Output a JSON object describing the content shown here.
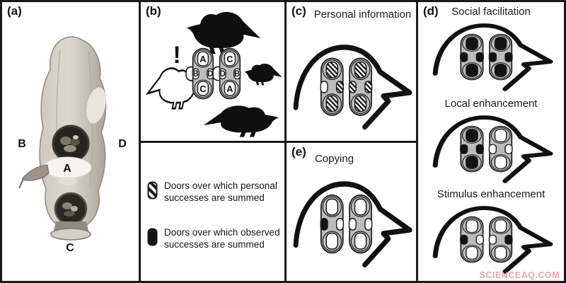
{
  "colors": {
    "white": "#ffffff",
    "black": "#131313",
    "capsule_gray": "#bcbcbc",
    "outline": "#1a1a1a",
    "watermark": "#e8918f"
  },
  "panels": {
    "a": {
      "label": "(a)",
      "door_labels": {
        "front": "A",
        "left": "B",
        "bottom": "C",
        "right": "D"
      }
    },
    "b": {
      "label": "(b)",
      "alarm_mark": "!",
      "left_capsule_doors": [
        "A",
        "B",
        "D",
        "C"
      ],
      "right_capsule_doors": [
        "C",
        "D",
        "B",
        "A"
      ]
    },
    "c": {
      "label": "(c)",
      "title": "Personal information"
    },
    "d": {
      "label": "(d)",
      "sections": [
        {
          "title": "Social facilitation"
        },
        {
          "title": "Local enhancement"
        },
        {
          "title": "Stimulus enhancement"
        }
      ]
    },
    "e": {
      "label": "(e)",
      "title": "Copying"
    }
  },
  "legend": {
    "items": [
      {
        "swatch": "hatched-door-swatch",
        "text": "Doors over which personal successes are summed"
      },
      {
        "swatch": "black-door-swatch",
        "text": "Doors over which observed successes are summed"
      }
    ]
  },
  "door_states": {
    "legend": [
      "hatched",
      "black"
    ],
    "b_left": [
      "white",
      "white",
      "white",
      "white"
    ],
    "b_right": [
      "white",
      "white",
      "white",
      "white"
    ],
    "c_left": [
      "hatched",
      "white",
      "hatched",
      "hatched"
    ],
    "c_right": [
      "hatched",
      "hatched",
      "hatched",
      "hatched"
    ],
    "e_left": [
      "white",
      "black",
      "white",
      "white"
    ],
    "e_right": [
      "white",
      "white",
      "white",
      "white"
    ],
    "d1_left": [
      "black",
      "black",
      "black",
      "black"
    ],
    "d1_right": [
      "black",
      "black",
      "black",
      "black"
    ],
    "d2_left": [
      "black",
      "black",
      "black",
      "black"
    ],
    "d2_right": [
      "white",
      "white",
      "white",
      "white"
    ],
    "d3_left": [
      "white",
      "black",
      "white",
      "white"
    ],
    "d3_right": [
      "white",
      "white",
      "black",
      "white"
    ]
  },
  "watermark": "SCIENCEAQ.COM"
}
